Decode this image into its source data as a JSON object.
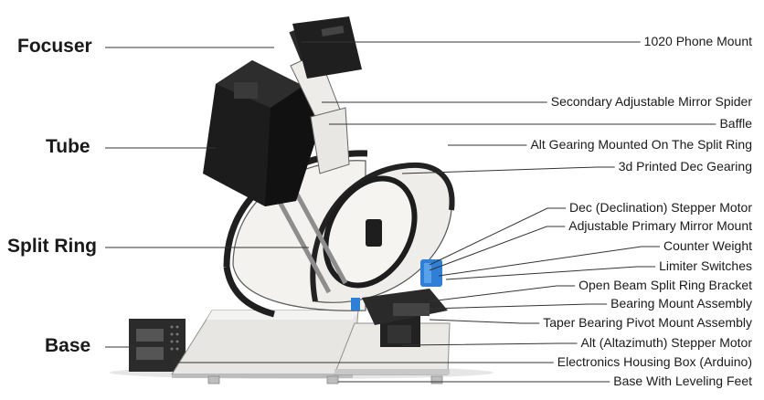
{
  "diagram": {
    "section_labels": [
      "Focuser",
      "Tube",
      "Split Ring",
      "Base"
    ],
    "part_labels": [
      "1020 Phone Mount",
      "Secondary Adjustable Mirror Spider",
      "Baffle",
      "Alt Gearing Mounted On The Split Ring",
      "3d Printed Dec Gearing",
      "Dec (Declination) Stepper Motor",
      "Adjustable Primary Mirror Mount",
      "Counter Weight",
      "Limiter Switches",
      "Open Beam Split Ring Bracket",
      "Bearing Mount Assembly",
      "Taper Bearing Pivot Mount Assembly",
      "Alt (Altazimuth) Stepper Motor",
      "Electronics Housing Box (Arduino)",
      "Base With Leveling Feet"
    ]
  },
  "colors": {
    "label_text": "#1a1a1a",
    "leader_line": "#333333",
    "tube_black": "#1c1c1c",
    "plate_white": "#f1f0ee",
    "gear_dark": "#2a2a2a",
    "motor_blue": "#2f7fd6",
    "rail_grey": "#9a9a9a"
  }
}
